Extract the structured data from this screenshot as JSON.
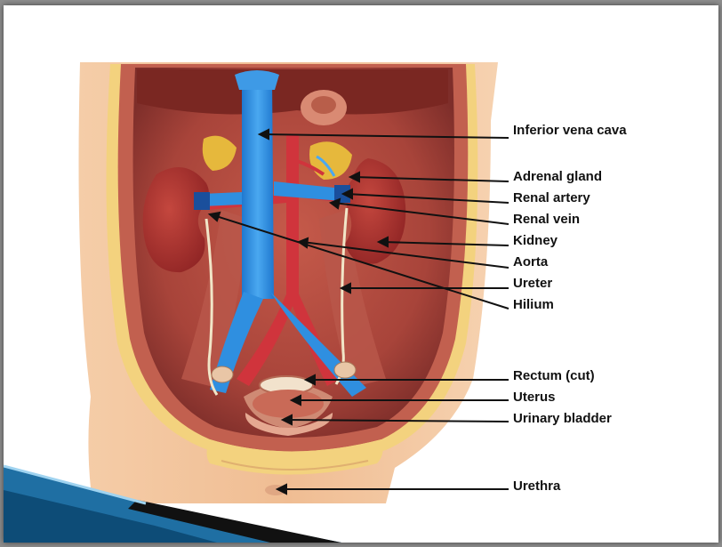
{
  "labels": [
    "Inferior vena cava",
    "Adrenal gland",
    "Renal artery",
    "Renal vein",
    "Kidney",
    "Aorta",
    "Ureter",
    "Hilium",
    "Rectum (cut)",
    "Uterus",
    "Urinary bladder",
    "Urethra"
  ],
  "colors": {
    "vein": "#2f8fe0",
    "artery": "#c8303a",
    "kidney": "#a52a2a",
    "skin": "#f2c49c",
    "slide_accent": "#1f6fa3"
  }
}
